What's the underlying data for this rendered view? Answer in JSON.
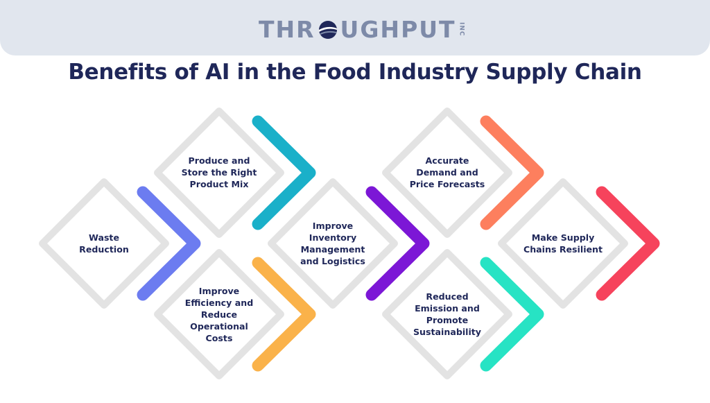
{
  "header": {
    "brand_left": "THR",
    "brand_mid": "UGH",
    "brand_right": "PUT",
    "brand_suffix": "INC",
    "logo_icon": "globe-icon"
  },
  "title": "Benefits of AI in the Food Industry Supply Chain",
  "benefits": [
    {
      "label": "Waste Reduction",
      "accent": "#6c7cf0"
    },
    {
      "label": "Produce and Store the Right Product Mix",
      "accent": "#1ab0c9"
    },
    {
      "label": "Improve Efficiency and Reduce Operational Costs",
      "accent": "#fab24a"
    },
    {
      "label": "Improve Inventory Management and Logistics",
      "accent": "#7c17d6"
    },
    {
      "label": "Accurate Demand and Price Forecasts",
      "accent": "#fd7f5e"
    },
    {
      "label": "Reduced Emission and Promote Sustainability",
      "accent": "#27e3c4"
    },
    {
      "label": "Make Supply Chains Resilient",
      "accent": "#f6435c"
    }
  ],
  "colors": {
    "diamond_border": "#e3e3e3",
    "title": "#1f2759",
    "brand": "#7d8aa8",
    "header_bg": "#e1e6ee"
  }
}
